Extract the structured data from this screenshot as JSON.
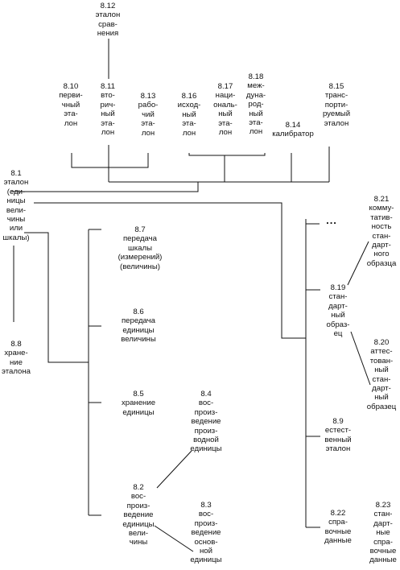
{
  "terms": {
    "t8_1": {
      "num": "8.1",
      "lines": [
        "эталон",
        "(еди-",
        "ницы",
        "вели-",
        "чины",
        "или",
        "шкалы)"
      ]
    },
    "t8_2": {
      "num": "8.2",
      "lines": [
        "вос-",
        "произ-",
        "ведение",
        "единицы",
        "вели-",
        "чины"
      ]
    },
    "t8_3": {
      "num": "8.3",
      "lines": [
        "вос-",
        "произ-",
        "ведение",
        "основ-",
        "ной",
        "единицы"
      ]
    },
    "t8_4": {
      "num": "8.4",
      "lines": [
        "вос-",
        "произ-",
        "ведение",
        "произ-",
        "водной",
        "единицы"
      ]
    },
    "t8_5": {
      "num": "8.5",
      "lines": [
        "хранение",
        "единицы"
      ]
    },
    "t8_6": {
      "num": "8.6",
      "lines": [
        "передача",
        "единицы",
        "величины"
      ]
    },
    "t8_7": {
      "num": "8.7",
      "lines": [
        "передача",
        "шкалы",
        "(измерений)",
        "(величины)"
      ]
    },
    "t8_8": {
      "num": "8.8",
      "lines": [
        "хране-",
        "ние",
        "эталона"
      ]
    },
    "t8_9": {
      "num": "8.9",
      "lines": [
        "естест-",
        "венный",
        "эталон"
      ]
    },
    "t8_10": {
      "num": "8.10",
      "lines": [
        "перви-",
        "чный",
        "эта-",
        "лон"
      ]
    },
    "t8_11": {
      "num": "8.11",
      "lines": [
        "вто-",
        "рич-",
        "ный",
        "эта-",
        "лон"
      ]
    },
    "t8_12": {
      "num": "8.12",
      "lines": [
        "эталон",
        "срав-",
        "нения"
      ]
    },
    "t8_13": {
      "num": "8.13",
      "lines": [
        "рабо-",
        "чий",
        "эта-",
        "лон"
      ]
    },
    "t8_14": {
      "num": "8.14",
      "lines": [
        "калибратор"
      ]
    },
    "t8_15": {
      "num": "8.15",
      "lines": [
        "транс-",
        "порти-",
        "руемый",
        "эталон"
      ]
    },
    "t8_16": {
      "num": "8.16",
      "lines": [
        "исход-",
        "ный",
        "эта-",
        "лон"
      ]
    },
    "t8_17": {
      "num": "8.17",
      "lines": [
        "наци-",
        "ональ-",
        "ный",
        "эта-",
        "лон"
      ]
    },
    "t8_18": {
      "num": "8.18",
      "lines": [
        "меж-",
        "дуна-",
        "род-",
        "ный",
        "эта-",
        "лон"
      ]
    },
    "t8_19": {
      "num": "8.19",
      "lines": [
        "стан-",
        "дарт-",
        "ный",
        "образ-",
        "ец"
      ]
    },
    "t8_20": {
      "num": "8.20",
      "lines": [
        "аттес-",
        "тован-",
        "ный",
        "стан-",
        "дарт-",
        "ный",
        "образец"
      ]
    },
    "t8_21": {
      "num": "8.21",
      "lines": [
        "комму-",
        "татив-",
        "ность",
        "стан-",
        "дарт-",
        "ного",
        "образца"
      ]
    },
    "t8_22": {
      "num": "8.22",
      "lines": [
        "спра-",
        "вочные",
        "данные"
      ]
    },
    "t8_23": {
      "num": "8.23",
      "lines": [
        "стан-",
        "дарт-",
        "ные",
        "спра-",
        "вочные",
        "данные"
      ]
    }
  },
  "ellipsis": "..."
}
